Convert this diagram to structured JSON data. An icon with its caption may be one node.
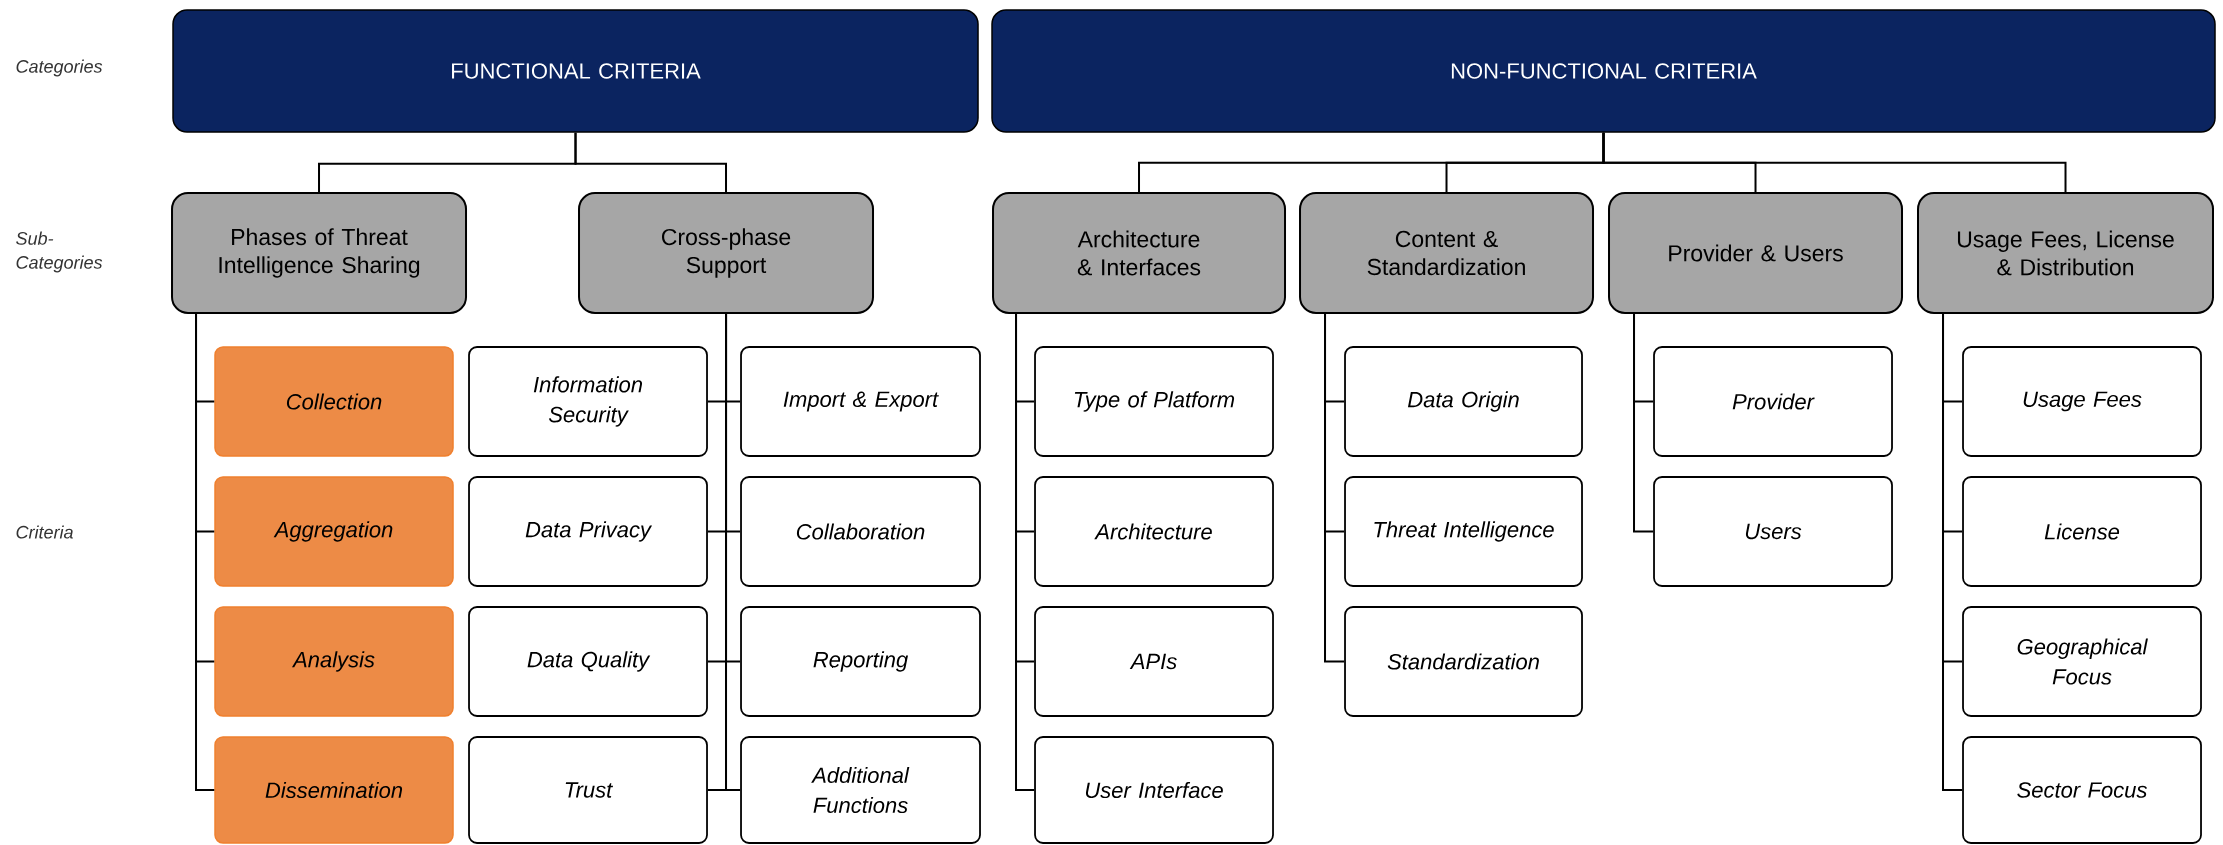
{
  "diagram": {
    "nodes": [
      {
        "text": [
          "FUNCTIONAL CRITERIA"
        ]
      },
      {
        "text": [
          "NON-FUNCTIONAL CRITERIA"
        ]
      },
      {
        "text": [
          "Phases of Threat Intelligence Sharing"
        ]
      },
      {
        "text": [
          "Cross-phase Support"
        ]
      },
      {
        "text": [
          "Architecture & Interfaces"
        ]
      },
      {
        "text": [
          "Content & Standardization"
        ]
      },
      {
        "text": [
          "Provider & Users"
        ]
      },
      {
        "text": [
          "Usage Fees, License & Distribution"
        ]
      },
      {
        "text": [
          "Collection"
        ]
      },
      {
        "text": [
          "Aggregation"
        ]
      },
      {
        "text": [
          "Analysis"
        ]
      },
      {
        "text": [
          "Dissemination"
        ]
      },
      {
        "text": [
          "Information Security"
        ]
      },
      {
        "text": [
          "Import & Export"
        ]
      },
      {
        "text": [
          "Data Privacy"
        ]
      },
      {
        "text": [
          "Collaboration"
        ]
      },
      {
        "text": [
          "Data Quality"
        ]
      },
      {
        "text": [
          "Reporting"
        ]
      },
      {
        "text": [
          "Trust"
        ]
      },
      {
        "text": [
          "Additional Functions"
        ]
      },
      {
        "text": [
          "Type of Platform"
        ]
      },
      {
        "text": [
          "Architecture"
        ]
      },
      {
        "text": [
          "APIs"
        ]
      },
      {
        "text": [
          "User Interface"
        ]
      },
      {
        "text": [
          "Data Origin"
        ]
      },
      {
        "text": [
          "Threat Intelligence"
        ]
      },
      {
        "text": [
          "Standardization"
        ]
      },
      {
        "text": [
          "Provider"
        ]
      },
      {
        "text": [
          "Users"
        ]
      },
      {
        "text": [
          "Usage Fees"
        ]
      },
      {
        "text": [
          "License"
        ]
      },
      {
        "text": [
          "Geographical Focus"
        ]
      },
      {
        "text": [
          "Sector Focus"
        ]
      }
    ],
    "edges": [
      {
        "from": 0,
        "to": 2,
        "arrow": "none"
      },
      {
        "from": 0,
        "to": 3,
        "arrow": "none"
      },
      {
        "from": 1,
        "to": 4,
        "arrow": "none"
      },
      {
        "from": 1,
        "to": 5,
        "arrow": "none"
      },
      {
        "from": 1,
        "to": 6,
        "arrow": "none"
      },
      {
        "from": 1,
        "to": 7,
        "arrow": "none"
      },
      {
        "from": 2,
        "to": 8,
        "arrow": "none"
      },
      {
        "from": 2,
        "to": 9,
        "arrow": "none"
      },
      {
        "from": 2,
        "to": 10,
        "arrow": "none"
      },
      {
        "from": 2,
        "to": 11,
        "arrow": "none"
      },
      {
        "from": 3,
        "to": 12,
        "arrow": "none"
      },
      {
        "from": 3,
        "to": 13,
        "arrow": "none"
      },
      {
        "from": 3,
        "to": 14,
        "arrow": "none"
      },
      {
        "from": 3,
        "to": 15,
        "arrow": "none"
      },
      {
        "from": 3,
        "to": 16,
        "arrow": "none"
      },
      {
        "from": 3,
        "to": 17,
        "arrow": "none"
      },
      {
        "from": 3,
        "to": 18,
        "arrow": "none"
      },
      {
        "from": 3,
        "to": 19,
        "arrow": "none"
      },
      {
        "from": 4,
        "to": 20,
        "arrow": "none"
      },
      {
        "from": 4,
        "to": 21,
        "arrow": "none"
      },
      {
        "from": 4,
        "to": 22,
        "arrow": "none"
      },
      {
        "from": 4,
        "to": 23,
        "arrow": "none"
      },
      {
        "from": 5,
        "to": 24,
        "arrow": "none"
      },
      {
        "from": 5,
        "to": 25,
        "arrow": "none"
      },
      {
        "from": 5,
        "to": 26,
        "arrow": "none"
      },
      {
        "from": 6,
        "to": 27,
        "arrow": "none"
      },
      {
        "from": 6,
        "to": 28,
        "arrow": "none"
      },
      {
        "from": 7,
        "to": 29,
        "arrow": "none"
      },
      {
        "from": 7,
        "to": 30,
        "arrow": "none"
      },
      {
        "from": 7,
        "to": 31,
        "arrow": "none"
      },
      {
        "from": 7,
        "to": 32,
        "arrow": "none"
      }
    ],
    "labels": [
      "Categories",
      "Sub- Categories",
      "Criteria"
    ]
  }
}
